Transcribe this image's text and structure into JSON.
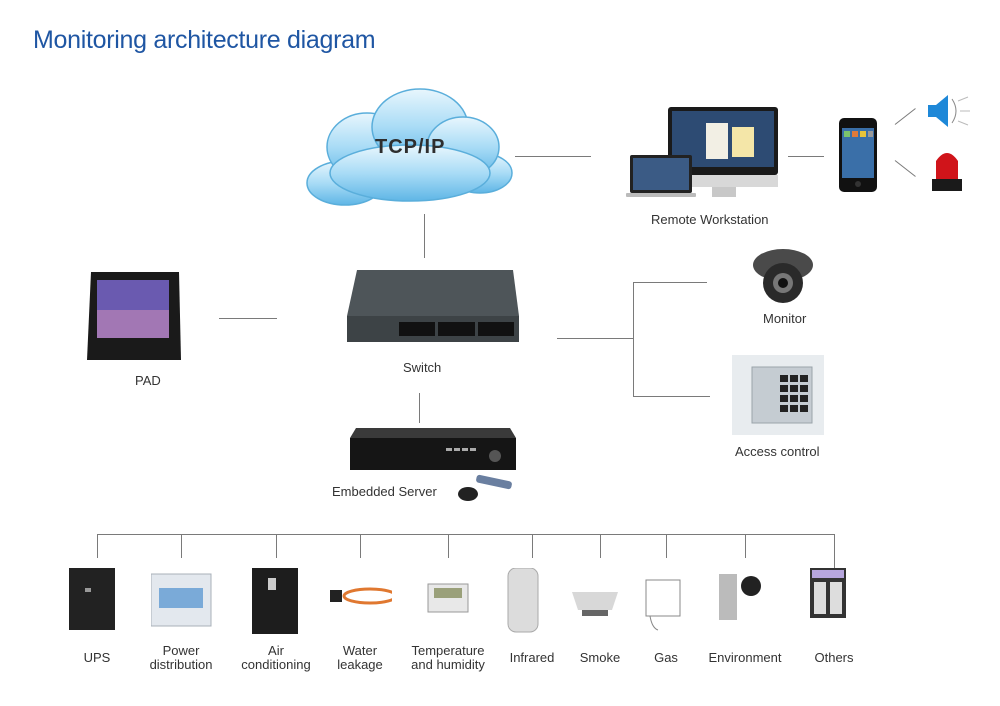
{
  "title": "Monitoring architecture diagram",
  "network": {
    "cloud_label": "TCP/IP"
  },
  "nodes": {
    "remote_workstation": "Remote Workstation",
    "switch": "Switch",
    "pad": "PAD",
    "monitor": "Monitor",
    "access_control": "Access control",
    "embedded_server": "Embedded Server"
  },
  "sensors": [
    {
      "line1": "UPS",
      "line2": ""
    },
    {
      "line1": "Power",
      "line2": "distribution"
    },
    {
      "line1": "Air",
      "line2": "conditioning"
    },
    {
      "line1": "Water",
      "line2": "leakage"
    },
    {
      "line1": "Temperature",
      "line2": "and humidity"
    },
    {
      "line1": "Infrared",
      "line2": ""
    },
    {
      "line1": "Smoke",
      "line2": ""
    },
    {
      "line1": "Gas",
      "line2": ""
    },
    {
      "line1": "Environment",
      "line2": ""
    },
    {
      "line1": "Others",
      "line2": ""
    }
  ],
  "colors": {
    "title": "#1f56a3",
    "cloud": "#8fcff2",
    "line": "#7a7a7a"
  }
}
